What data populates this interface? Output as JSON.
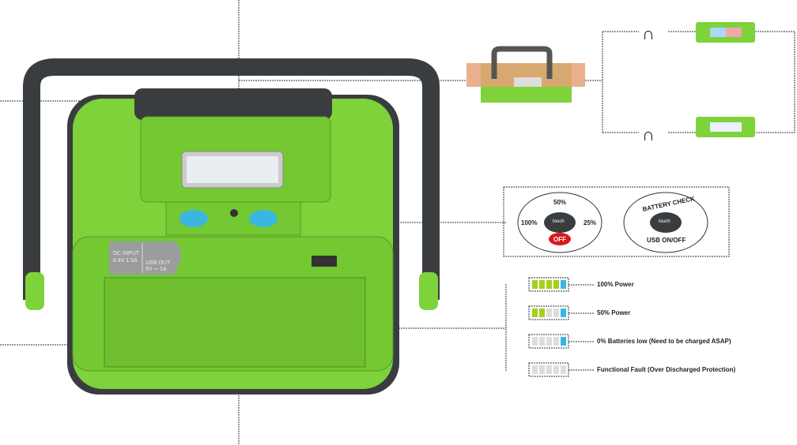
{
  "modes": {
    "p50": "50%",
    "p100": "100%",
    "p25": "25%",
    "off": "OFF",
    "touch": "touch",
    "battery_check": "BATTERY CHECK",
    "usb": "USB ON/OFF"
  },
  "ports": {
    "dc_label": "DC INPUT",
    "dc_value": "8.4V 1.5A",
    "usb_label": "USB OUT",
    "usb_value": "5V ⎓ 1A"
  },
  "battery_states": [
    {
      "label": "100%  Power",
      "green": 4,
      "blue": true
    },
    {
      "label": "50%  Power",
      "green": 2,
      "blue": true
    },
    {
      "label": "0%  Batteries low (Need to be charged ASAP)",
      "green": 0,
      "blue": true
    },
    {
      "label": "Functional Fault (Over Discharged Protection)",
      "green": 0,
      "blue": false
    }
  ],
  "colors": {
    "body": "#7ed23a",
    "frame": "#3a3d40",
    "blue": "#3bb6e0",
    "green": "#a6cf1c",
    "red": "#d9191c"
  }
}
